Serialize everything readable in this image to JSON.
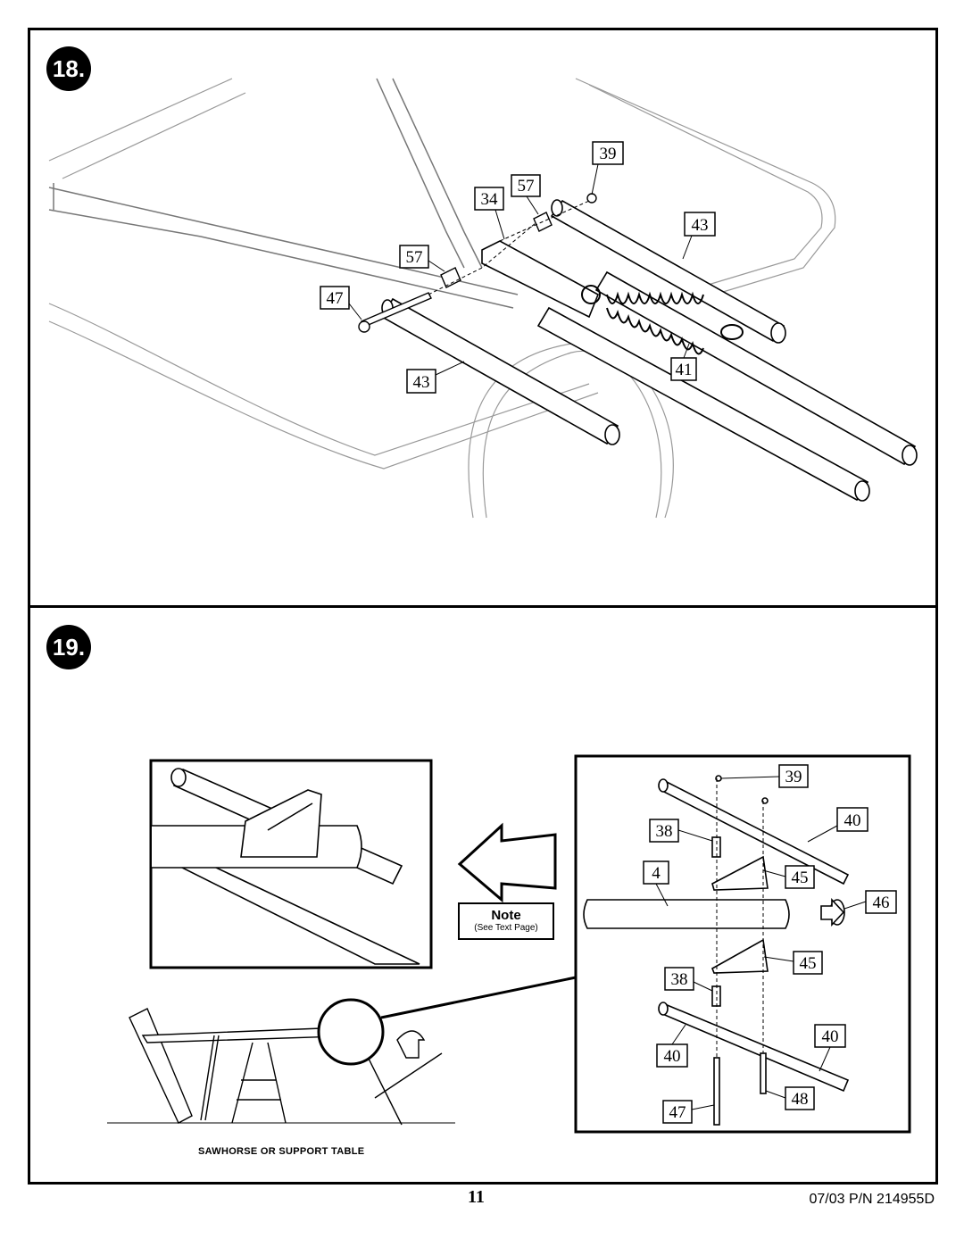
{
  "steps": {
    "step18": "18.",
    "step19": "19."
  },
  "step18_callouts": [
    "39",
    "57",
    "34",
    "43",
    "57",
    "47",
    "41",
    "43"
  ],
  "step19_detail_callouts": [
    "39",
    "40",
    "38",
    "4",
    "45",
    "46",
    "45",
    "38",
    "40",
    "40",
    "47",
    "48"
  ],
  "note": {
    "title": "Note",
    "subtitle": "(See Text Page)"
  },
  "caption": "SAWHORSE OR SUPPORT TABLE",
  "footer": {
    "page_number": "11",
    "doc_id": "07/03   P/N 214955D"
  }
}
